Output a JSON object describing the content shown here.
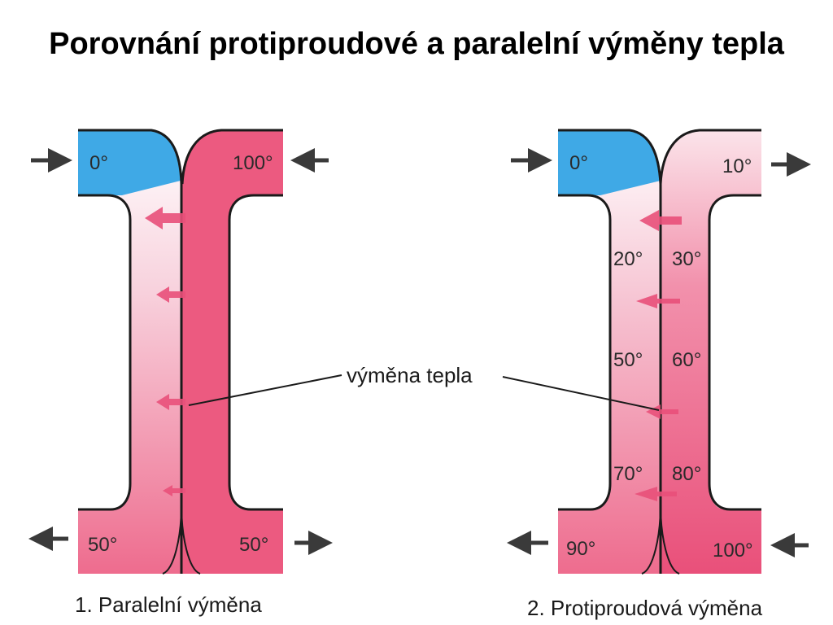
{
  "title": "Porovnání protiproudové a paralelní výměny tepla",
  "colors": {
    "cold": "#3fa9e6",
    "hot": "#ec5a80",
    "warm": "#f4a5bc",
    "outline": "#1a1a1a",
    "arrow": "#3a3a3a"
  },
  "icons": {
    "flow_arrow": "arrow-icon",
    "heat_transfer": "heat-transfer-arrow-icon"
  },
  "callout": {
    "label": "výměna tepla"
  },
  "parallel": {
    "caption": "1. Paralelní výměna",
    "cold_in": "0°",
    "hot_in": "100°",
    "cold_out": "50°",
    "hot_out": "50°"
  },
  "counter": {
    "caption": "2. Protiproudová výměna",
    "cold_in": "0°",
    "hot_out": "10°",
    "cold_mid": [
      "20°",
      "50°",
      "70°"
    ],
    "hot_mid": [
      "30°",
      "60°",
      "80°"
    ],
    "cold_out": "90°",
    "hot_in": "100°"
  }
}
